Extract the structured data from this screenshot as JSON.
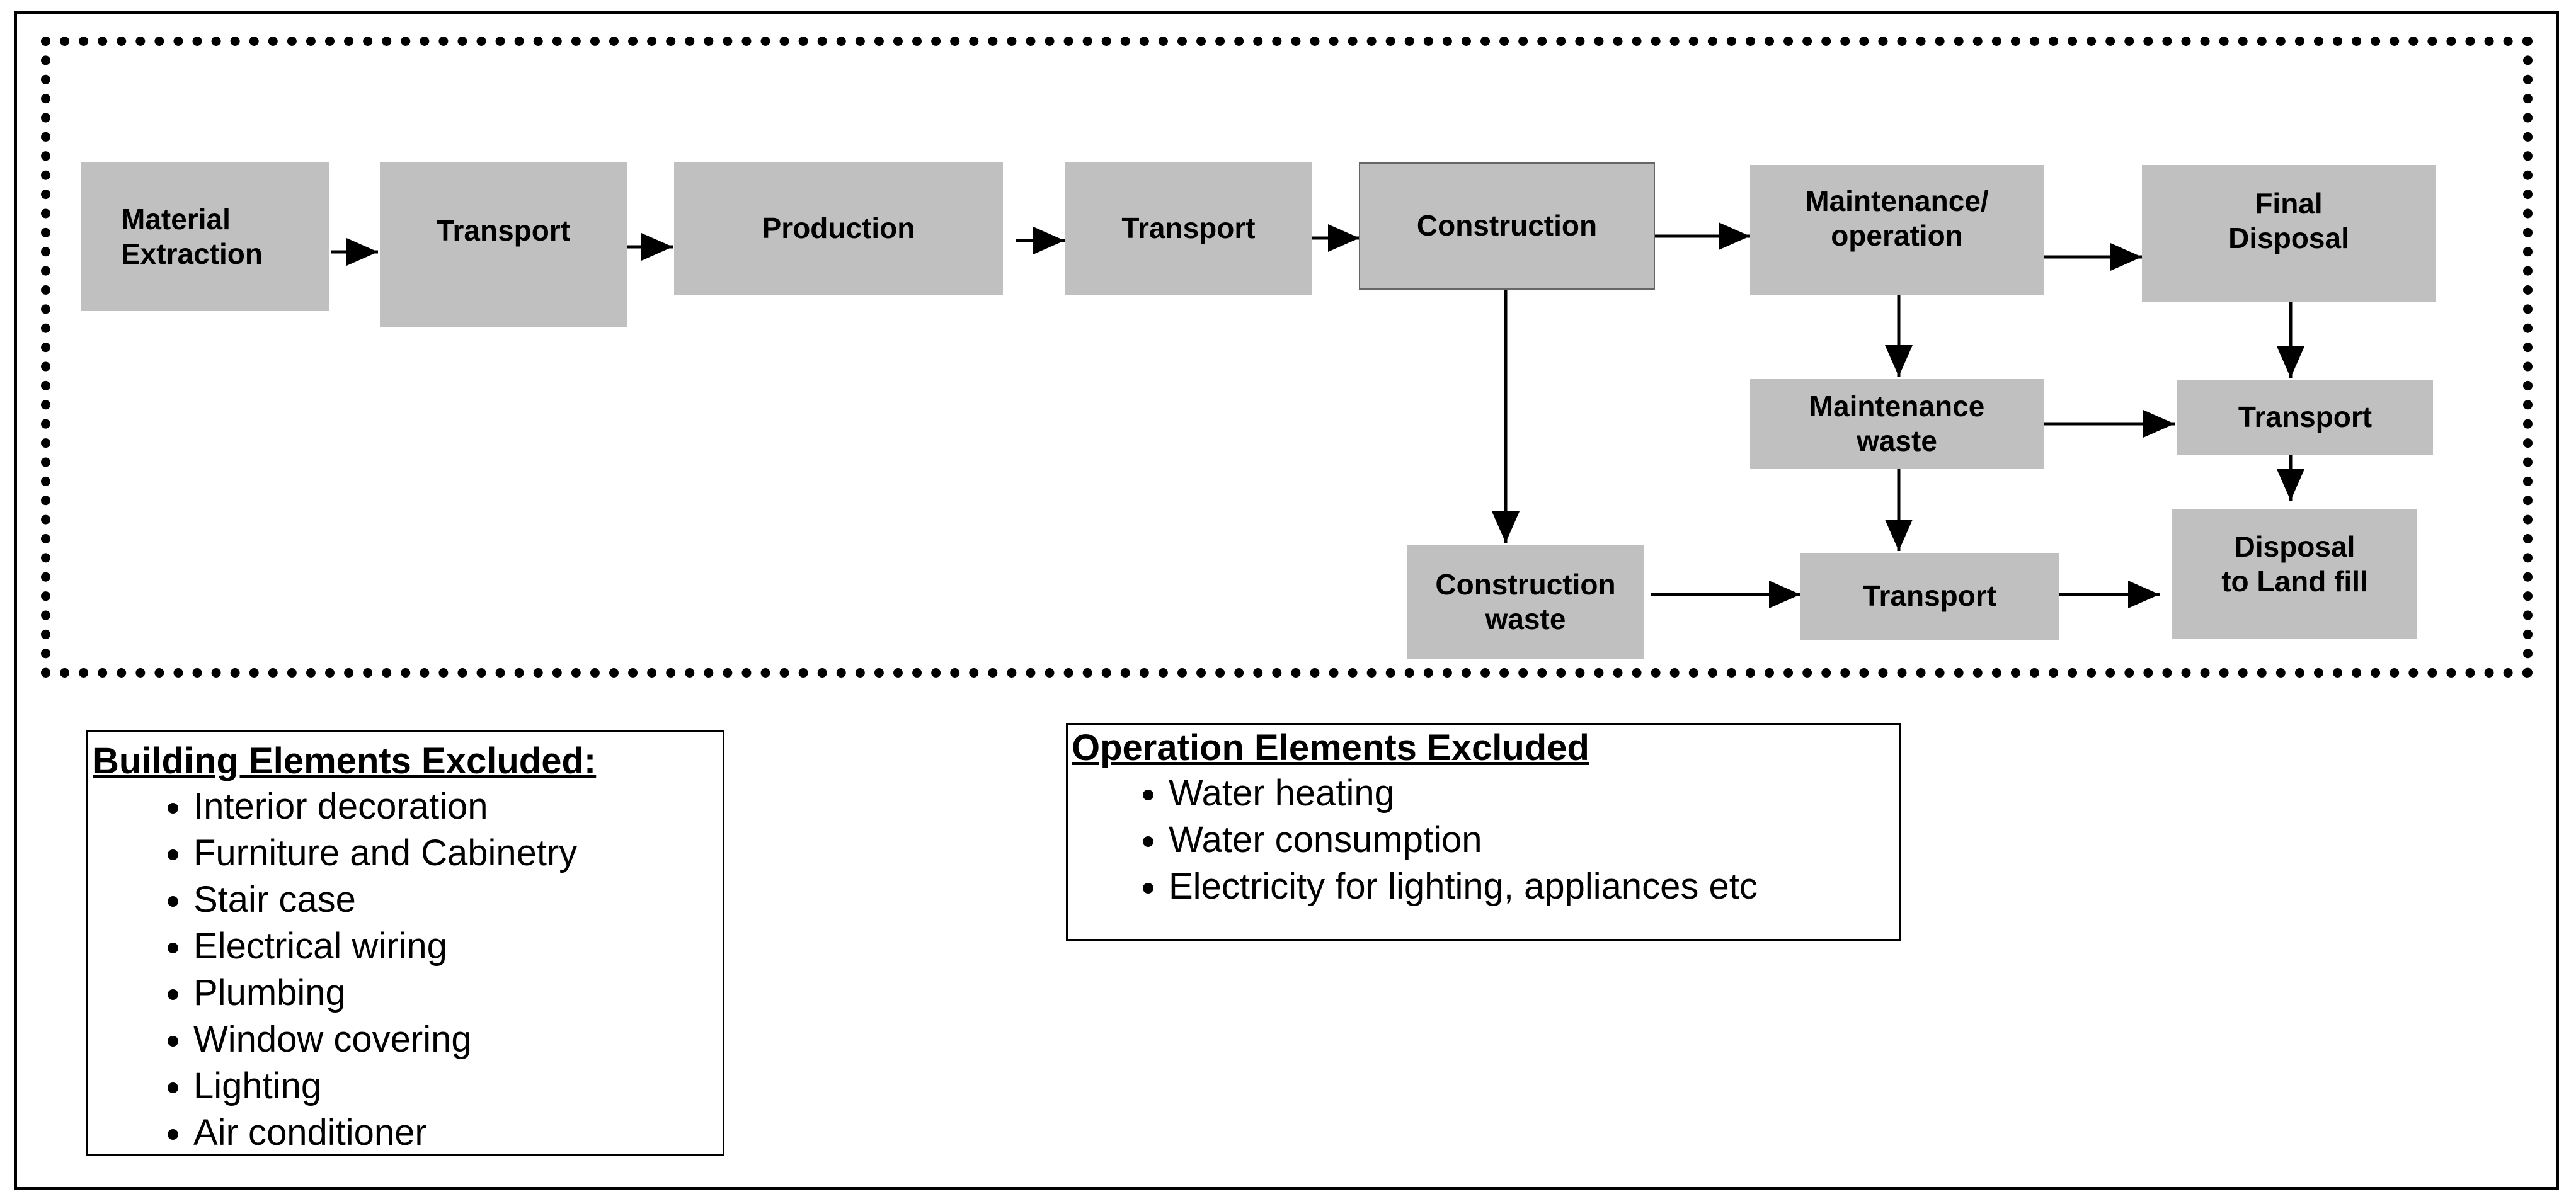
{
  "nodes": {
    "material_extraction": "Material\nExtraction",
    "transport_1": "Transport",
    "production": "Production",
    "transport_2": "Transport",
    "construction": "Construction",
    "maintenance_operation": "Maintenance/\noperation",
    "final_disposal": "Final\nDisposal",
    "maintenance_waste": "Maintenance\nwaste",
    "transport_3": "Transport",
    "construction_waste": "Construction\nwaste",
    "transport_4": "Transport",
    "disposal_landfill": "Disposal\nto Land fill"
  },
  "building_legend": {
    "title": "Building Elements Excluded:",
    "items": [
      "Interior decoration",
      "Furniture and Cabinetry",
      "Stair case",
      "Electrical wiring",
      "Plumbing",
      "Window covering",
      "Lighting",
      "Air conditioner"
    ]
  },
  "operation_legend": {
    "title": "Operation Elements Excluded",
    "items": [
      "Water heating",
      "Water consumption",
      "Electricity for lighting, appliances etc"
    ]
  }
}
